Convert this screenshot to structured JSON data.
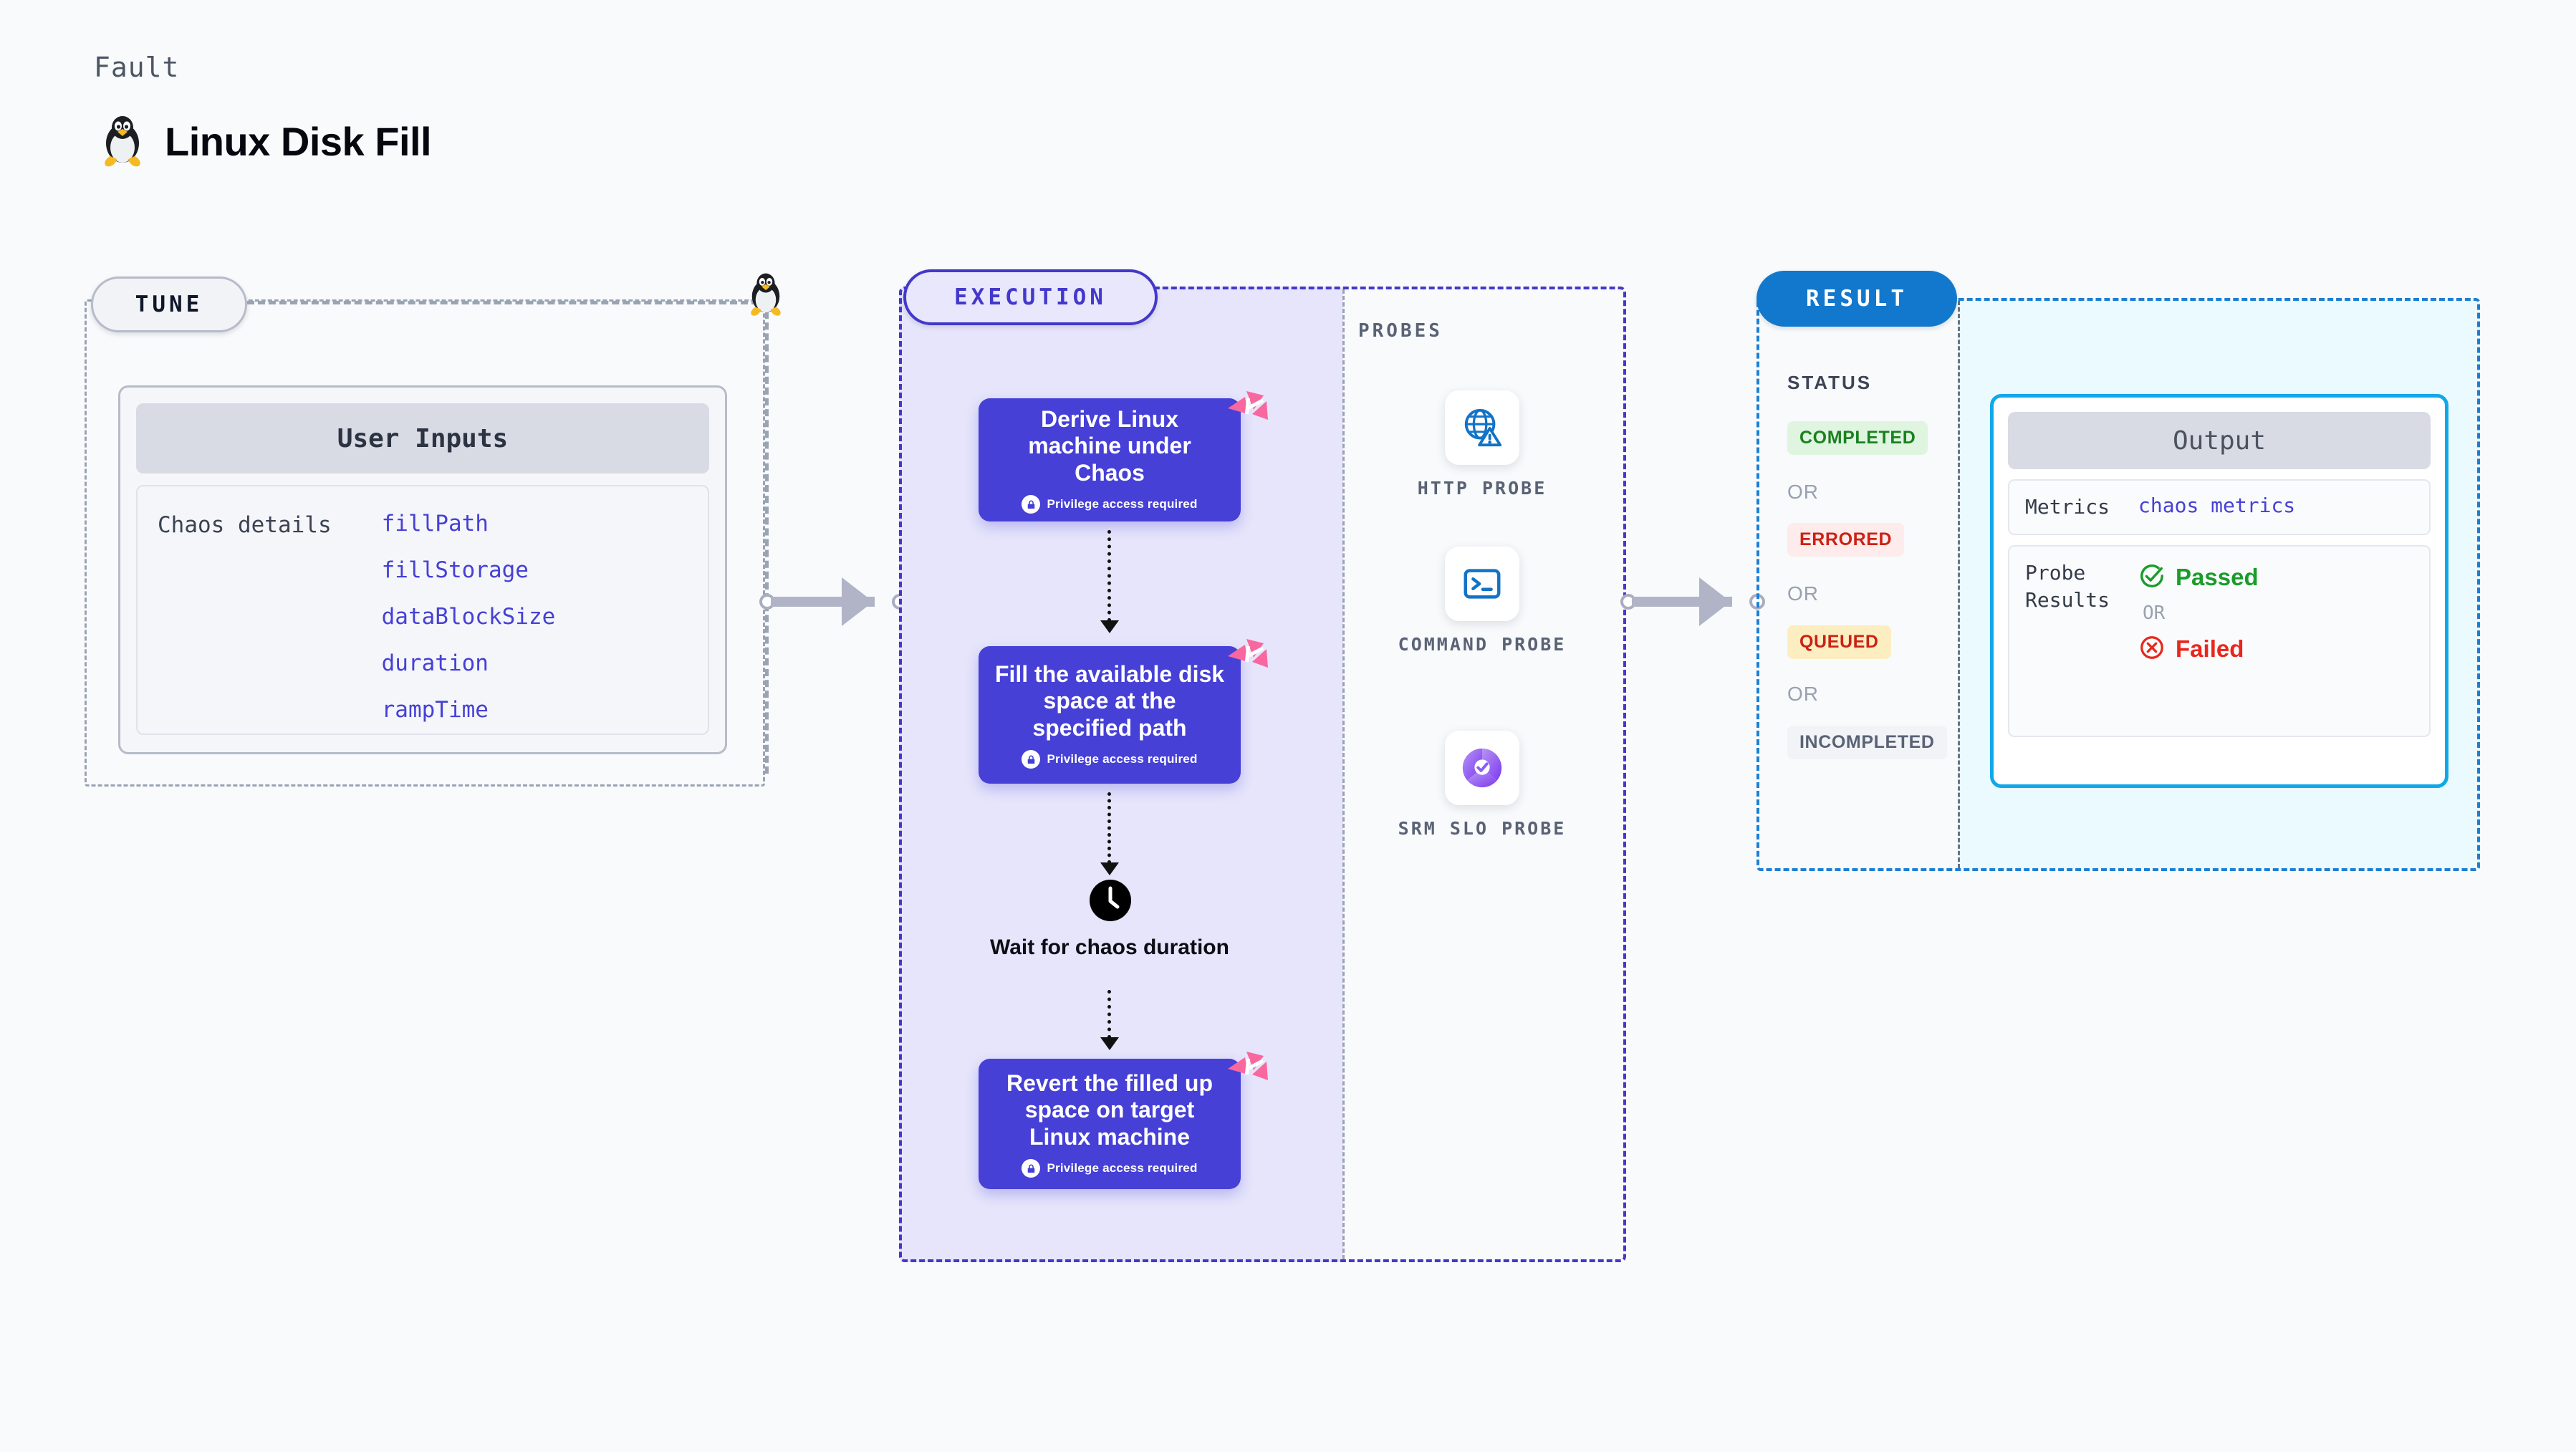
{
  "header": {
    "eyebrow": "Fault",
    "title": "Linux Disk Fill",
    "logo_icon": "linux-tux-icon"
  },
  "tune": {
    "pill_label": "TUNE",
    "card": {
      "header": "User Inputs",
      "row_label": "Chaos details",
      "params": [
        "fillPath",
        "fillStorage",
        "dataBlockSize",
        "duration",
        "rampTime"
      ]
    }
  },
  "execution": {
    "pill_label": "EXECUTION",
    "cards": [
      {
        "title": "Derive Linux machine under Chaos",
        "badge": "Privilege access required",
        "badge_icon": "lock-icon",
        "corner_icon": "chaos-fault-icon"
      },
      {
        "title": "Fill the available disk space at the specified path",
        "badge": "Privilege access required",
        "badge_icon": "lock-icon",
        "corner_icon": "chaos-fault-icon"
      },
      {
        "title": "Revert the filled up space on target Linux machine",
        "badge": "Privilege access required",
        "badge_icon": "lock-icon",
        "corner_icon": "chaos-fault-icon"
      }
    ],
    "wait": {
      "icon": "clock-icon",
      "label": "Wait for chaos duration"
    }
  },
  "probes": {
    "section_label": "PROBES",
    "items": [
      {
        "label": "HTTP PROBE",
        "icon": "globe-warning-icon"
      },
      {
        "label": "COMMAND PROBE",
        "icon": "terminal-icon"
      },
      {
        "label": "SRM SLO PROBE",
        "icon": "slo-donut-check-icon"
      }
    ]
  },
  "result": {
    "pill_label": "RESULT",
    "status_label": "STATUS",
    "or_label": "OR",
    "statuses": [
      {
        "label": "COMPLETED",
        "bg": "#dff5e0",
        "color": "#1a8120"
      },
      {
        "label": "ERRORED",
        "bg": "#fdeceb",
        "color": "#cc2114"
      },
      {
        "label": "QUEUED",
        "bg": "#fdeec2",
        "color": "#cc2114"
      },
      {
        "label": "INCOMPLETED",
        "bg": "#f1f3f7",
        "color": "#5a6275"
      }
    ],
    "output": {
      "header": "Output",
      "metrics_key": "Metrics",
      "metrics_value": "chaos metrics",
      "probe_results_key": "Probe\nResults",
      "passed_label": "Passed",
      "failed_label": "Failed",
      "or_label": "OR",
      "passed_icon": "check-circle-icon",
      "failed_icon": "x-circle-icon"
    }
  },
  "colors": {
    "accent_purple": "#4640d6",
    "accent_blue": "#1278cd",
    "accent_cyan": "#10a8e8",
    "fault_pink": "#f9679f",
    "success_green": "#1a9c2b",
    "error_red": "#e8271c"
  }
}
